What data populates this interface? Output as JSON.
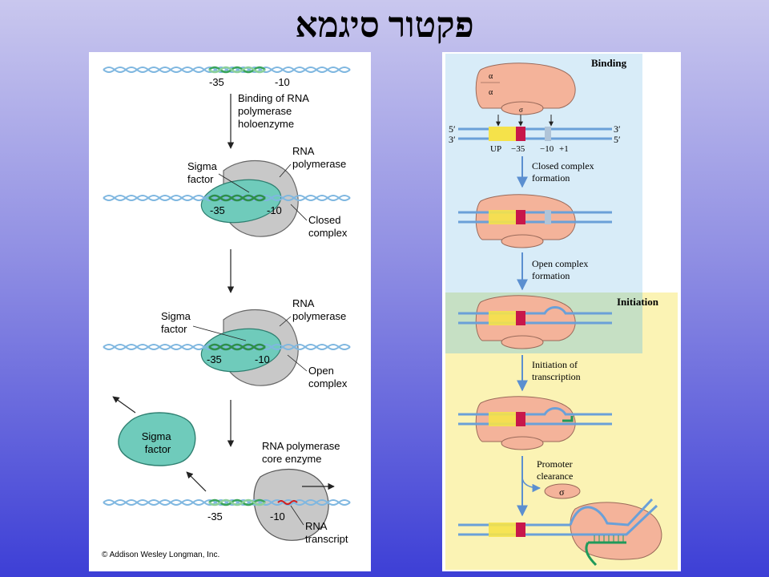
{
  "slide": {
    "title": "פקטור סיגמא"
  },
  "left_panel": {
    "step1": {
      "m35": "-35",
      "m10": "-10",
      "caption": [
        "Binding of RNA",
        "polymerase",
        "holoenzyme"
      ]
    },
    "step2": {
      "sigma": [
        "Sigma",
        "factor"
      ],
      "rnap": [
        "RNA",
        "polymerase"
      ],
      "m35": "-35",
      "m10": "-10",
      "closed": [
        "Closed",
        "complex"
      ]
    },
    "step3": {
      "sigma": [
        "Sigma",
        "factor"
      ],
      "rnap": [
        "RNA",
        "polymerase"
      ],
      "m35": "-35",
      "m10": "-10",
      "open": [
        "Open",
        "complex"
      ]
    },
    "step4": {
      "sigma": [
        "Sigma",
        "factor"
      ],
      "core": [
        "RNA polymerase",
        "core enzyme"
      ],
      "m35": "-35",
      "m10": "-10",
      "transcript": [
        "RNA",
        "transcript"
      ]
    },
    "copyright": "© Addison Wesley Longman, Inc."
  },
  "right_panel": {
    "binding": "Binding",
    "initiation": "Initiation",
    "alpha": "α",
    "sigma": "σ",
    "strand_top_l": "5′",
    "strand_top_r": "3′",
    "strand_bot_l": "3′",
    "strand_bot_r": "5′",
    "up": "UP",
    "m35": "−35",
    "m10": "−10",
    "p1": "+1",
    "closed": [
      "Closed complex",
      "formation"
    ],
    "open": [
      "Open complex",
      "formation"
    ],
    "init": [
      "Initiation of",
      "transcription"
    ],
    "promoter": [
      "Promoter",
      "clearance"
    ],
    "colors": {
      "dna": "#6aa0d8",
      "polymerase": "#f4b39a",
      "up": "#f5e24a",
      "m35": "#c8174a",
      "m10": "#b0c4d8",
      "rna": "#1f9a5a"
    }
  }
}
